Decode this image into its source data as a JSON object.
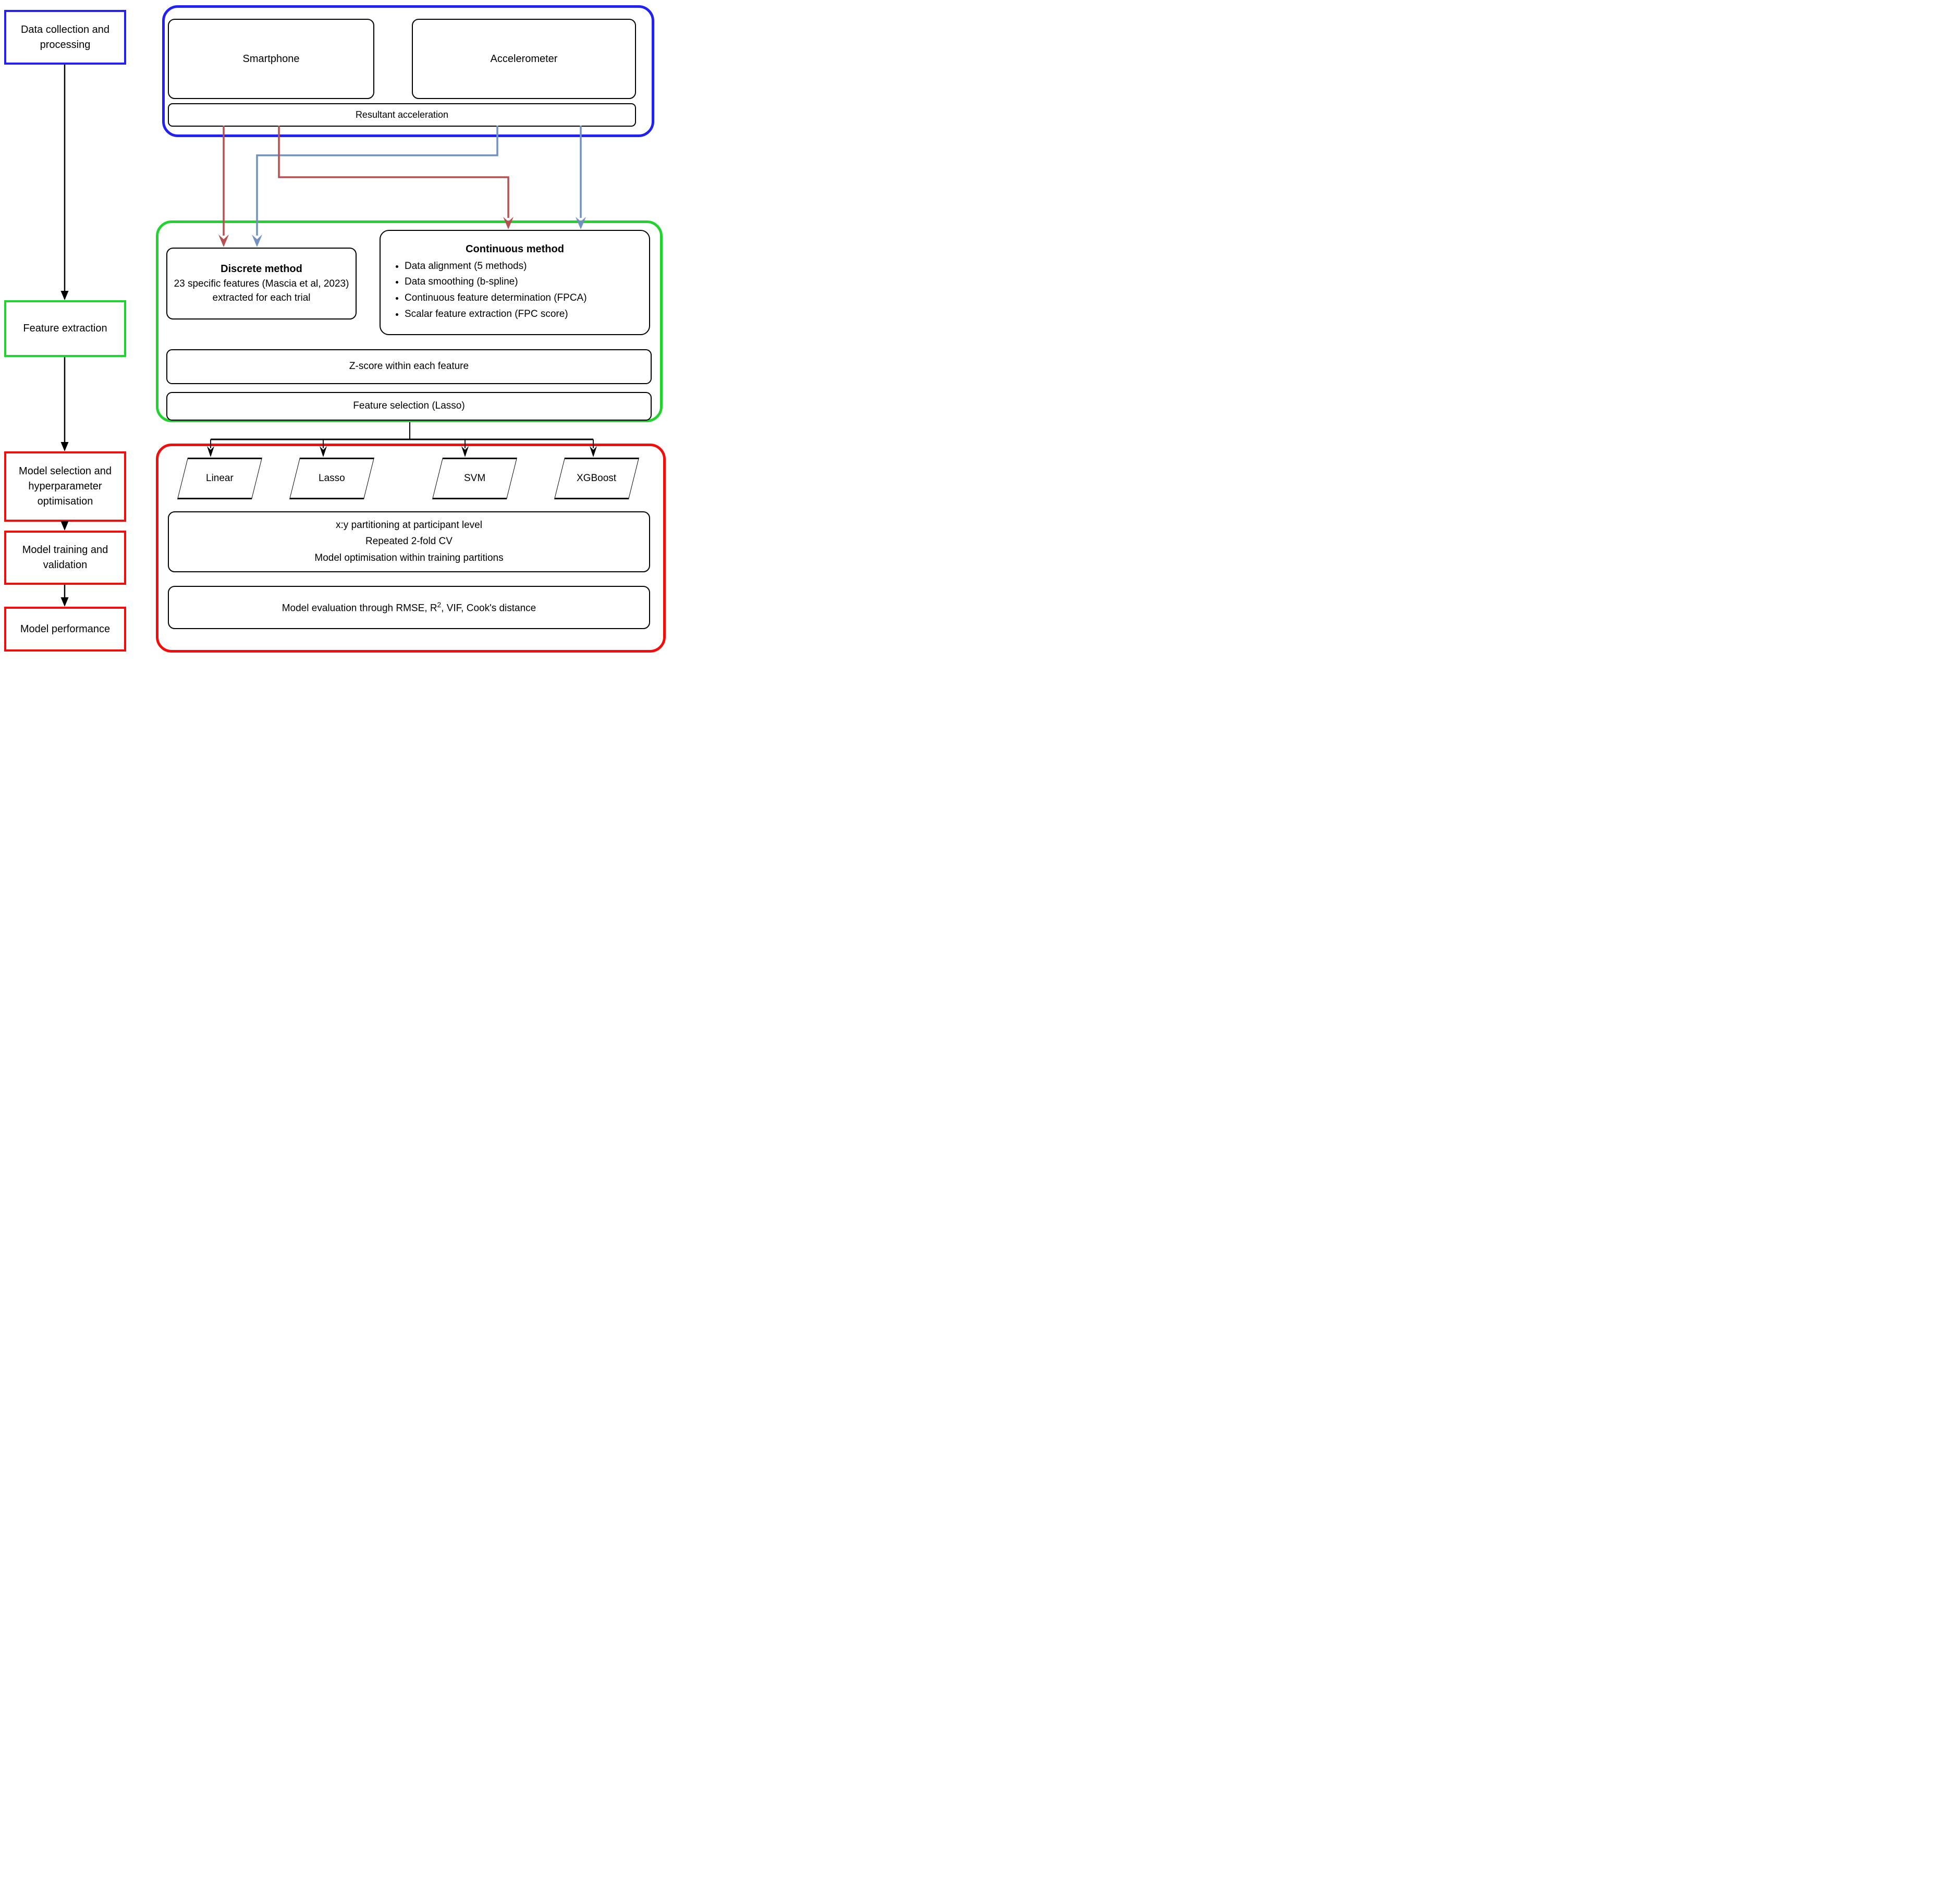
{
  "colors": {
    "stage_blue": "#2222F0",
    "stage_green": "#22D32F",
    "stage_red": "#F20D0D",
    "arrow_red": "#B55150",
    "arrow_blue": "#7191C1"
  },
  "left_column": {
    "data_collection": "Data collection and processing",
    "feature_extraction": "Feature extraction",
    "model_selection": "Model selection and hyperparameter optimisation",
    "model_training": "Model training and validation",
    "model_performance": "Model performance"
  },
  "data_collection": {
    "smartphone": "Smartphone",
    "accelerometer": "Accelerometer",
    "resultant_acceleration": "Resultant acceleration"
  },
  "feature_extraction": {
    "discrete_title": "Discrete method",
    "discrete_body": "23 specific features (Mascia et al, 2023) extracted for each trial",
    "continuous_title": "Continuous method",
    "continuous_bullets": [
      "Data alignment (5 methods)",
      "Data smoothing (b-spline)",
      "Continuous feature determination (FPCA)",
      "Scalar feature extraction (FPC score)"
    ],
    "zscore": "Z-score within each feature",
    "feature_selection": "Feature selection (Lasso)"
  },
  "modeling": {
    "models": [
      "Linear",
      "Lasso",
      "SVM",
      "XGBoost"
    ],
    "training_lines": [
      "x:y partitioning at participant level",
      "Repeated 2-fold CV",
      "Model optimisation within training partitions"
    ],
    "evaluation_prefix": "Model evaluation through RMSE, R",
    "evaluation_sup": "2",
    "evaluation_suffix": ", VIF, Cook's distance"
  }
}
